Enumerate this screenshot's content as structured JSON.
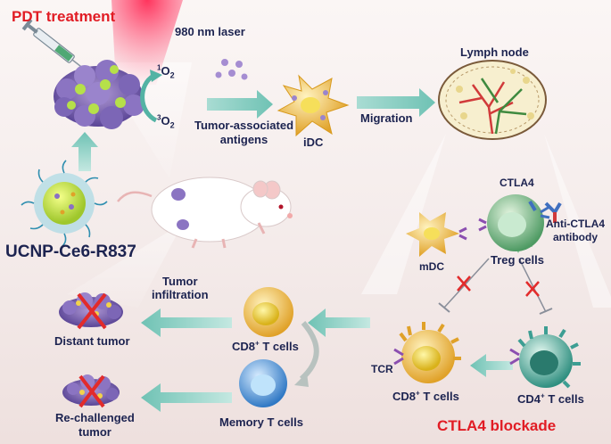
{
  "labels": {
    "pdt_treatment": "PDT treatment",
    "laser": "980 nm laser",
    "singlet_oxygen": "O",
    "singlet_oxygen_sup": "1",
    "singlet_oxygen_sub": "2",
    "triplet_oxygen": "O",
    "triplet_oxygen_sup": "3",
    "triplet_oxygen_sub": "2",
    "tumor_antigens_line1": "Tumor-associated",
    "tumor_antigens_line2": "antigens",
    "idc": "iDC",
    "migration": "Migration",
    "lymph_node": "Lymph node",
    "nanoparticle": "UCNP-Ce6-R837",
    "ctla4": "CTLA4",
    "anti_ctla4_line1": "Anti-CTLA4",
    "anti_ctla4_line2": "antibody",
    "mdc": "mDC",
    "treg": "Treg cells",
    "tumor_infiltration_line1": "Tumor",
    "tumor_infiltration_line2": "infiltration",
    "cd8_upper": "CD8",
    "cd8_upper_sup": "+",
    "cd8_upper_rest": " T cells",
    "distant_tumor": "Distant tumor",
    "memory_t": "Memory T cells",
    "rechallenged_line1": "Re-challenged",
    "rechallenged_line2": "tumor",
    "tcr": "TCR",
    "cd8_lower": "CD8",
    "cd8_lower_sup": "+",
    "cd8_lower_rest": " T cells",
    "cd4": "CD4",
    "cd4_sup": "+",
    "cd4_rest": " T cells",
    "ctla4_blockade": "CTLA4 blockade"
  },
  "colors": {
    "title_red": "#e11c24",
    "text_navy": "#1c2350",
    "arrow_teal": "#7dc9bd",
    "tumor_purple": "#6f5aa6",
    "dc_yellow": "#f2b21d",
    "treg_green": "#6cae7b",
    "cd8_orange": "#e8a13b",
    "memory_blue": "#4a93d4",
    "cd4_teal": "#3d9e93",
    "inhibit_red": "#e22b2b"
  }
}
